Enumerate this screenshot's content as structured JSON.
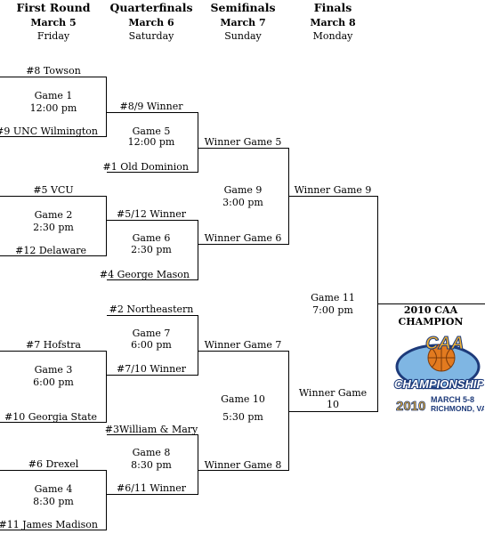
{
  "rounds": [
    {
      "name": "First Round",
      "date": "March 5",
      "day": "Friday"
    },
    {
      "name": "Quarterfinals",
      "date": "March 6",
      "day": "Saturday"
    },
    {
      "name": "Semifinals",
      "date": "March 7",
      "day": "Sunday"
    },
    {
      "name": "Finals",
      "date": "March 8",
      "day": "Monday"
    }
  ],
  "first_round": [
    {
      "top": "#8 Towson",
      "game": "Game 1",
      "time": "12:00 pm",
      "bottom": "#9 UNC Wilmington"
    },
    {
      "top": "#5 VCU",
      "game": "Game 2",
      "time": "2:30 pm",
      "bottom": "#12 Delaware"
    },
    {
      "top": "#7 Hofstra",
      "game": "Game 3",
      "time": "6:00 pm",
      "bottom": "#10 Georgia State"
    },
    {
      "top": "#6 Drexel",
      "game": "Game 4",
      "time": "8:30 pm",
      "bottom": "#11 James Madison"
    }
  ],
  "quarterfinals": [
    {
      "top": "#8/9 Winner",
      "game": "Game 5",
      "time": "12:00 pm",
      "bottom": "#1 Old Dominion"
    },
    {
      "top": "#5/12 Winner",
      "game": "Game 6",
      "time": "2:30 pm",
      "bottom": "#4 George Mason"
    },
    {
      "top": "#2 Northeastern",
      "game": "Game 7",
      "time": "6:00 pm",
      "bottom": "#7/10 Winner"
    },
    {
      "top": "#3William & Mary",
      "game": "Game 8",
      "time": "8:30 pm",
      "bottom": "#6/11 Winner"
    }
  ],
  "semifinals": [
    {
      "top": "Winner Game 5",
      "game": "Game 9",
      "time": "3:00 pm",
      "bottom": "Winner Game 6"
    },
    {
      "top": "Winner Game 7",
      "game": "Game 10",
      "time": "5:30 pm",
      "bottom": "Winner Game 8"
    }
  ],
  "finals": {
    "top": "Winner Game 9",
    "game": "Game 11",
    "time": "7:00 pm",
    "bottom_line1": "Winner Game",
    "bottom_line2": "10"
  },
  "champion": {
    "line1": "2010 CAA",
    "line2": "CHAMPION"
  },
  "logo": {
    "text": "CAA",
    "banner": "CHAMPIONSHIP",
    "year": "2010",
    "dates": "MARCH 5-8",
    "city": "RICHMOND, VA",
    "colors": {
      "navy": "#1d3a7a",
      "orange": "#e27a1f",
      "gold": "#f0b233",
      "sky": "#7fb6e3"
    }
  }
}
